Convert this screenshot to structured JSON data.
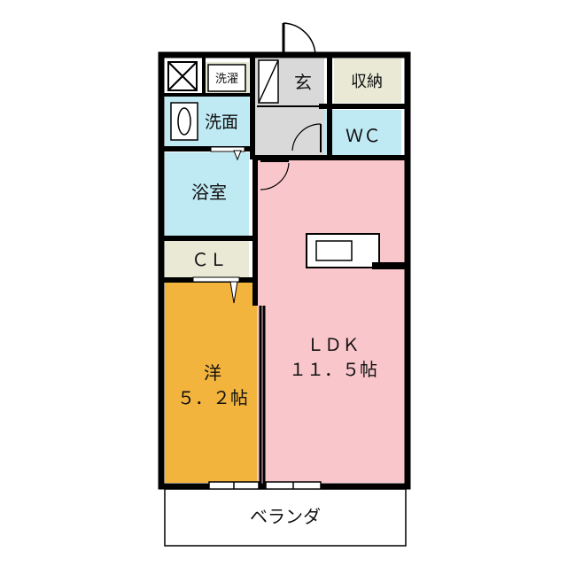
{
  "floorplan": {
    "rooms": {
      "laundry": {
        "label": "洗濯"
      },
      "entrance": {
        "label": "玄"
      },
      "storage": {
        "label": "収納"
      },
      "washroom": {
        "label": "洗面"
      },
      "wc": {
        "label": "ＷＣ"
      },
      "bath": {
        "label": "浴室"
      },
      "closet": {
        "label": "ＣＬ"
      },
      "ldk": {
        "label": "ＬＤＫ",
        "size": "１１．５帖"
      },
      "western": {
        "label": "洋",
        "size": "５．２帖"
      },
      "balcony": {
        "label": "ベランダ"
      }
    },
    "colors": {
      "ldk": "#f8c6cb",
      "western": "#f3b43e",
      "water": "#bfe9f3",
      "storage": "#e9e9d6",
      "entrance": "#d9d9d9",
      "wall": "#000000"
    }
  }
}
